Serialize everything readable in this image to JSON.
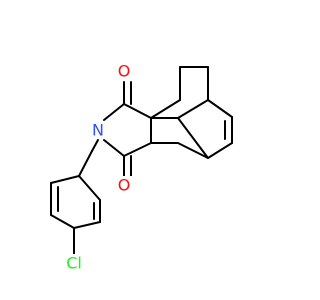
{
  "atoms": {
    "oxygen_top": {
      "symbol": "O",
      "color": "#ff0d0d"
    },
    "nitrogen": {
      "symbol": "N",
      "color": "#3050f8"
    },
    "oxygen_bottom": {
      "symbol": "O",
      "color": "#ff0d0d"
    },
    "chlorine": {
      "symbol": "Cl",
      "color": "#1ff01f"
    }
  },
  "colors": {
    "bond": "#000000",
    "background": "#ffffff"
  }
}
